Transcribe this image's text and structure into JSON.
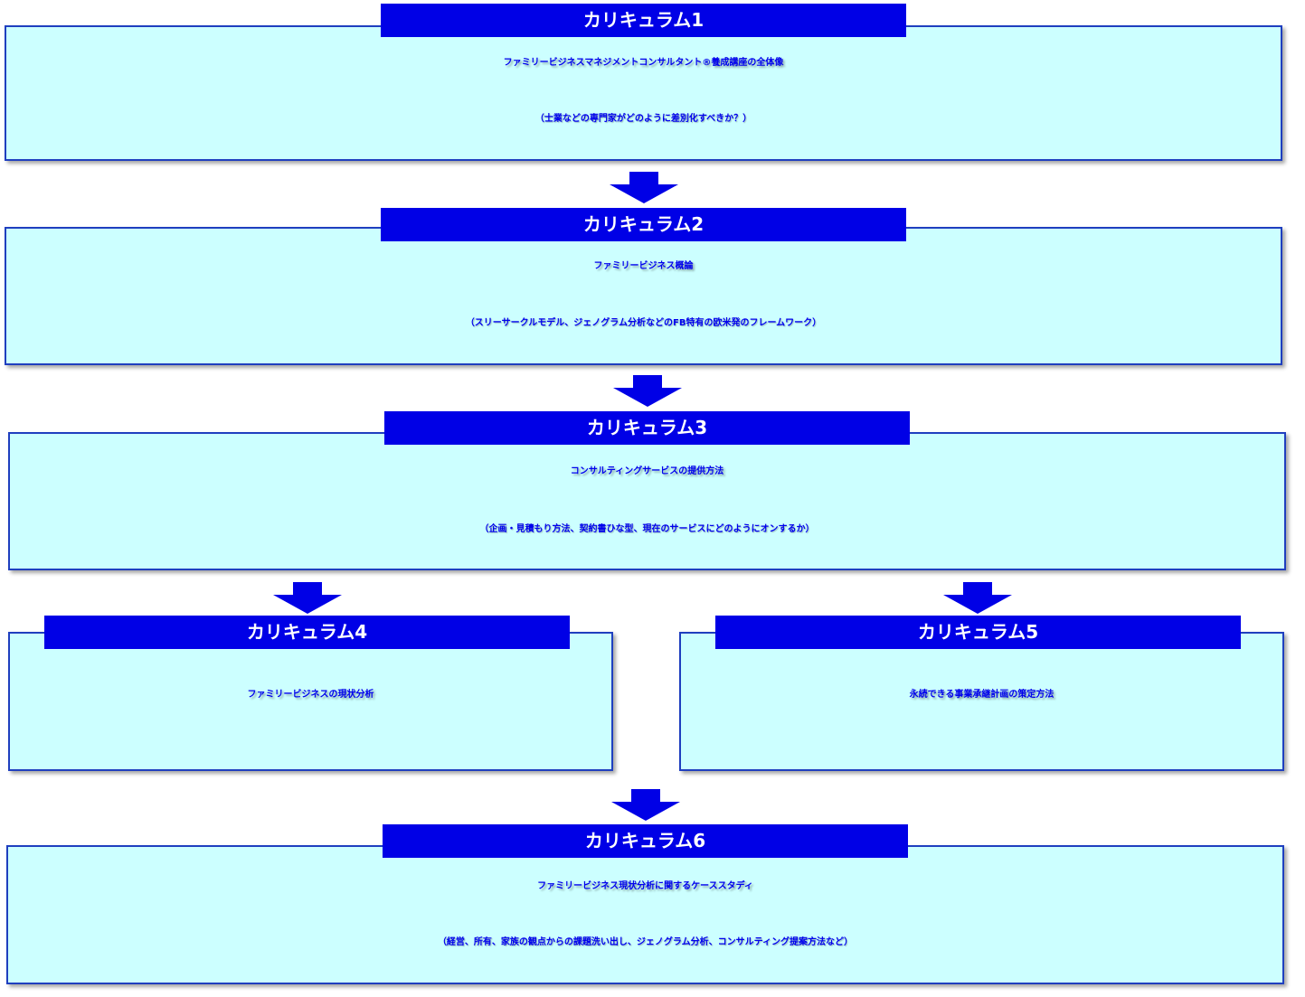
{
  "colors": {
    "box_fill": "#ccffff",
    "box_border": "#1f3fbf",
    "tab_fill": "#0000e6",
    "text": "#0000ee",
    "arrow": "#0000e6"
  },
  "curricula": [
    {
      "tab": "カリキュラム1",
      "title": "ファミリービジネスマネジメントコンサルタント®養成講座の全体像",
      "subtitle": "（士業などの専門家がどのように差別化すべきか？）"
    },
    {
      "tab": "カリキュラム2",
      "title": "ファミリービジネス概論",
      "subtitle": "（スリーサークルモデル、ジェノグラム分析などのFB特有の欧米発のフレームワーク）"
    },
    {
      "tab": "カリキュラム3",
      "title": "コンサルティングサービスの提供方法",
      "subtitle": "（企画・見積もり方法、契約書ひな型、現在のサービスにどのようにオンするか）"
    },
    {
      "tab": "カリキュラム4",
      "title": "ファミリービジネスの現状分析"
    },
    {
      "tab": "カリキュラム5",
      "title": "永続できる事業承継計画の策定方法"
    },
    {
      "tab": "カリキュラム6",
      "title": "ファミリービジネス現状分析に関するケーススタディ",
      "subtitle": "（経営、所有、家族の観点からの課題洗い出し、ジェノグラム分析、コンサルティング提案方法など）"
    }
  ]
}
